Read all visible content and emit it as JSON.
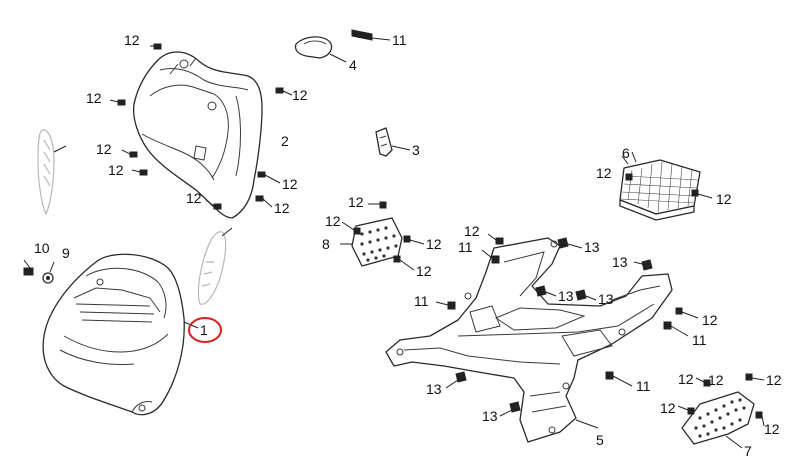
{
  "diagram": {
    "callouts": [
      {
        "id": "c-1",
        "text": "1"
      },
      {
        "id": "c-2",
        "text": "2"
      },
      {
        "id": "c-3",
        "text": "3"
      },
      {
        "id": "c-4",
        "text": "4"
      },
      {
        "id": "c-5",
        "text": "5"
      },
      {
        "id": "c-6",
        "text": "6"
      },
      {
        "id": "c-7",
        "text": "7"
      },
      {
        "id": "c-8",
        "text": "8"
      },
      {
        "id": "c-9",
        "text": "9"
      },
      {
        "id": "c-10",
        "text": "10"
      },
      {
        "id": "c-11a",
        "text": "11"
      },
      {
        "id": "c-11b",
        "text": "11"
      },
      {
        "id": "c-11c",
        "text": "11"
      },
      {
        "id": "c-11d",
        "text": "11"
      },
      {
        "id": "c-11e",
        "text": "11"
      },
      {
        "id": "c-12a",
        "text": "12"
      },
      {
        "id": "c-12b",
        "text": "12"
      },
      {
        "id": "c-12c",
        "text": "12"
      },
      {
        "id": "c-12d",
        "text": "12"
      },
      {
        "id": "c-12e",
        "text": "12"
      },
      {
        "id": "c-12f",
        "text": "12"
      },
      {
        "id": "c-12g",
        "text": "12"
      },
      {
        "id": "c-12h",
        "text": "12"
      },
      {
        "id": "c-12i",
        "text": "12"
      },
      {
        "id": "c-12j",
        "text": "12"
      },
      {
        "id": "c-12k",
        "text": "12"
      },
      {
        "id": "c-12l",
        "text": "12"
      },
      {
        "id": "c-12m",
        "text": "12"
      },
      {
        "id": "c-12n",
        "text": "12"
      },
      {
        "id": "c-12o",
        "text": "12"
      },
      {
        "id": "c-12p",
        "text": "12"
      },
      {
        "id": "c-12q",
        "text": "12"
      },
      {
        "id": "c-12r",
        "text": "12"
      },
      {
        "id": "c-12s",
        "text": "12"
      },
      {
        "id": "c-12t",
        "text": "12"
      },
      {
        "id": "c-12u",
        "text": "12"
      },
      {
        "id": "c-13a",
        "text": "13"
      },
      {
        "id": "c-13b",
        "text": "13"
      },
      {
        "id": "c-13c",
        "text": "13"
      },
      {
        "id": "c-13d",
        "text": "13"
      },
      {
        "id": "c-13e",
        "text": "13"
      },
      {
        "id": "c-13f",
        "text": "13"
      }
    ],
    "highlight_color": "#d62020"
  }
}
